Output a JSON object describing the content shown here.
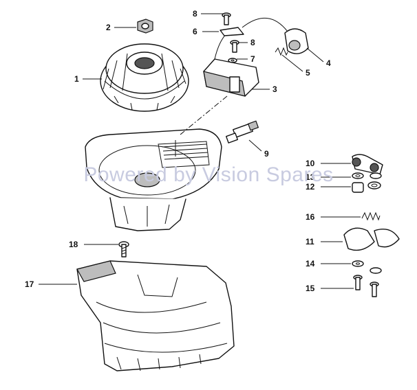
{
  "watermark": "Powered by Vision Spares",
  "callouts": {
    "c1": "1",
    "c2": "2",
    "c3": "3",
    "c4": "4",
    "c5": "5",
    "c6": "6",
    "c7": "7",
    "c8a": "8",
    "c8b": "8",
    "c9": "9",
    "c10": "10",
    "c11": "11",
    "c12": "12",
    "c13": "13",
    "c14": "14",
    "c15": "15",
    "c16": "16",
    "c17": "17",
    "c18": "18"
  }
}
